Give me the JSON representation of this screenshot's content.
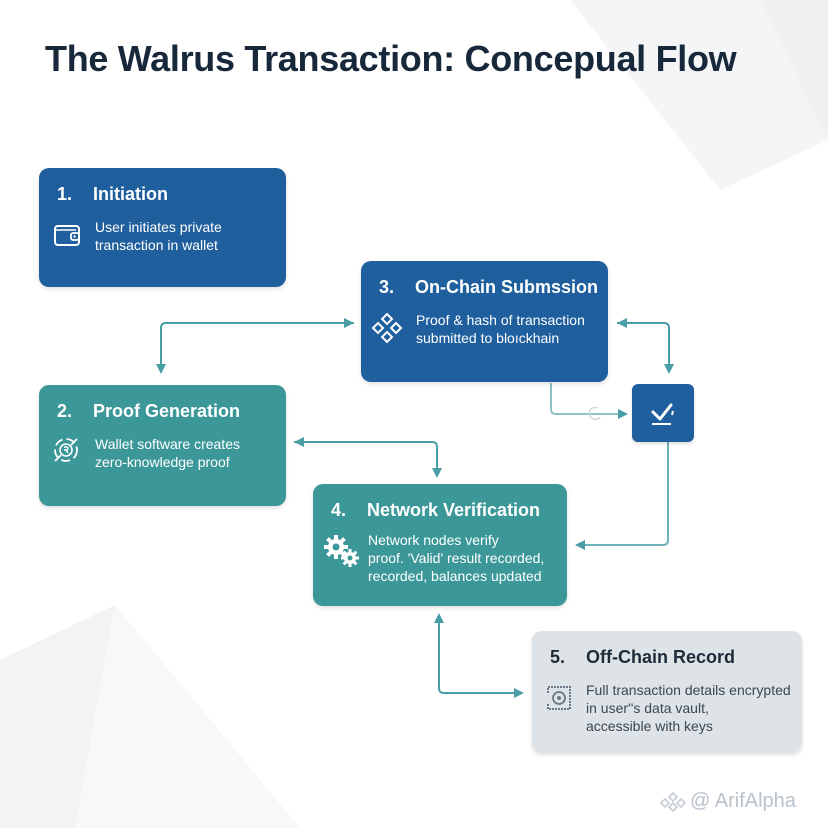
{
  "title": "The Walrus Transaction: Concepual Flow",
  "colors": {
    "title": "#17283a",
    "blue": "#1f5f9d",
    "teal": "#3c9799",
    "grey": "#dde3e6",
    "connector": "#4a9ea5",
    "watermark": "#b9c2cb"
  },
  "steps": [
    {
      "number": "1.",
      "title": "Initiation",
      "icon": "wallet-icon",
      "description_lines": [
        "User initiates private",
        "transaction in wallet"
      ]
    },
    {
      "number": "2.",
      "title": "Proof Generation",
      "icon": "zk-proof-icon",
      "description_lines": [
        "Wallet software creates",
        "zero-knowledge proof"
      ]
    },
    {
      "number": "3.",
      "title": "On-Chain Submssion",
      "icon": "blockchain-nodes-icon",
      "description_lines": [
        "Proof & hash of transaction",
        "submitted to bloıckhain"
      ]
    },
    {
      "number": "4.",
      "title": "Network Verification",
      "icon": "gears-icon",
      "description_lines": [
        "Network nodes verify",
        "proof. 'Valid' result recorded,",
        "recorded, balances updated"
      ]
    },
    {
      "number": "5.",
      "title": "Off-Chain Record",
      "icon": "data-vault-icon",
      "description_lines": [
        "Full transaction details encrypted",
        "in user''s data vault,",
        "accessible with keys"
      ]
    }
  ],
  "validation_node": {
    "icon": "checkmark-icon"
  },
  "watermark": {
    "text": "@ ArifAlpha",
    "icon": "binance-logo-icon"
  }
}
